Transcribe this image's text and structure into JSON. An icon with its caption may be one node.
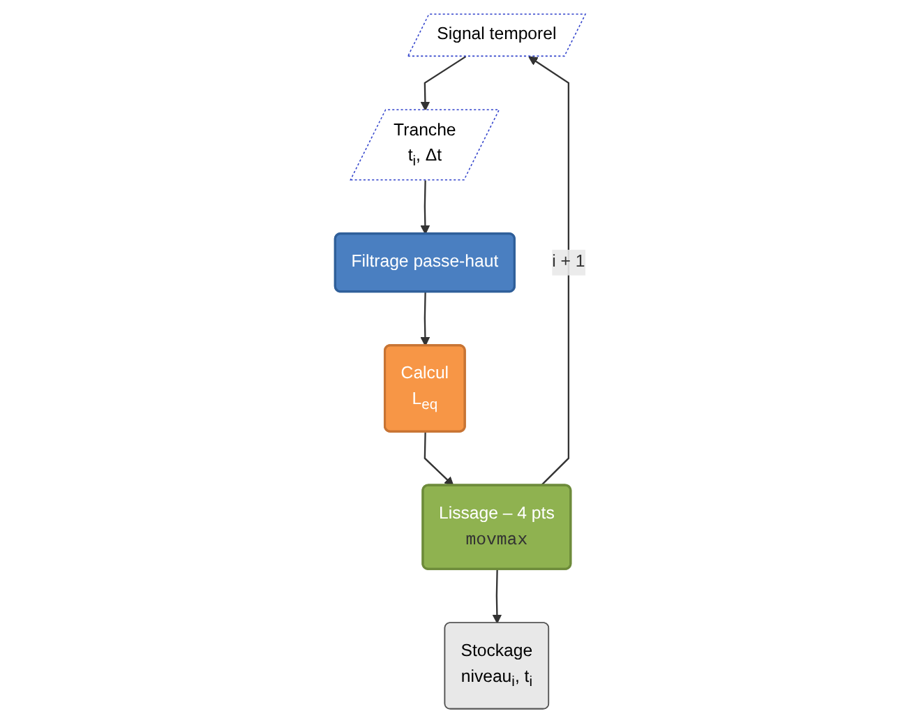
{
  "diagram": {
    "nodes": [
      {
        "text": [
          "Signal temporel"
        ]
      },
      {
        "text": [
          "Tranche",
          "t$_{i}$, Δt"
        ]
      },
      {
        "text": [
          "Filtrage passe-haut"
        ]
      },
      {
        "text": [
          "Calcul",
          "L$_{eq}$"
        ]
      },
      {
        "text": [
          "Lissage – 4 pts",
          "movmax"
        ]
      },
      {
        "text": [
          "Stockage",
          "niveau$_{i}$, t$_{i}$"
        ]
      }
    ],
    "edges": [
      {
        "from": 0,
        "to": 1,
        "arrow": "to"
      },
      {
        "from": 1,
        "to": 2,
        "arrow": "to"
      },
      {
        "from": 2,
        "to": 3,
        "arrow": "to"
      },
      {
        "from": 3,
        "to": 4,
        "arrow": "to"
      },
      {
        "from": 4,
        "to": 5,
        "arrow": "to"
      },
      {
        "from": 4,
        "to": 0,
        "label": "i + 1",
        "arrow": "to"
      }
    ]
  }
}
